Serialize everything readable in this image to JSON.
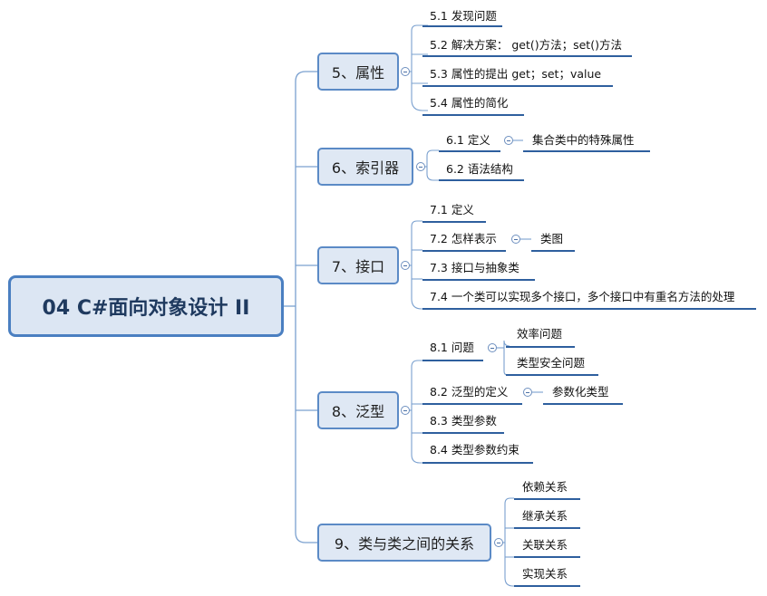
{
  "root": {
    "label": "04 C#面向对象设计 II"
  },
  "branches": [
    {
      "label": "5、属性",
      "children": [
        {
          "label": "5.1 发现问题"
        },
        {
          "label": "5.2 解决方案： get()方法；set()方法"
        },
        {
          "label": "5.3 属性的提出 get；set；value"
        },
        {
          "label": "5.4 属性的简化"
        }
      ]
    },
    {
      "label": "6、索引器",
      "children": [
        {
          "label": "6.1 定义",
          "children": [
            {
              "label": "集合类中的特殊属性"
            }
          ]
        },
        {
          "label": "6.2 语法结构"
        }
      ]
    },
    {
      "label": "7、接口",
      "children": [
        {
          "label": "7.1 定义"
        },
        {
          "label": "7.2 怎样表示",
          "children": [
            {
              "label": "类图"
            }
          ]
        },
        {
          "label": "7.3 接口与抽象类"
        },
        {
          "label": "7.4 一个类可以实现多个接口，多个接口中有重名方法的处理"
        }
      ]
    },
    {
      "label": "8、泛型",
      "children": [
        {
          "label": "8.1 问题",
          "children": [
            {
              "label": "效率问题"
            },
            {
              "label": "类型安全问题"
            }
          ]
        },
        {
          "label": "8.2 泛型的定义",
          "children": [
            {
              "label": "参数化类型"
            }
          ]
        },
        {
          "label": "8.3 类型参数"
        },
        {
          "label": "8.4 类型参数约束"
        }
      ]
    },
    {
      "label": "9、类与类之间的关系",
      "children": [
        {
          "label": "依赖关系"
        },
        {
          "label": "继承关系"
        },
        {
          "label": "关联关系"
        },
        {
          "label": "实现关系"
        }
      ]
    }
  ],
  "colors": {
    "line": "#2e5f9e",
    "connector": "#7aa0cf",
    "box_fill": "#dfe8f4",
    "box_border": "#5b8ac6",
    "root_border": "#4a7fc1"
  }
}
